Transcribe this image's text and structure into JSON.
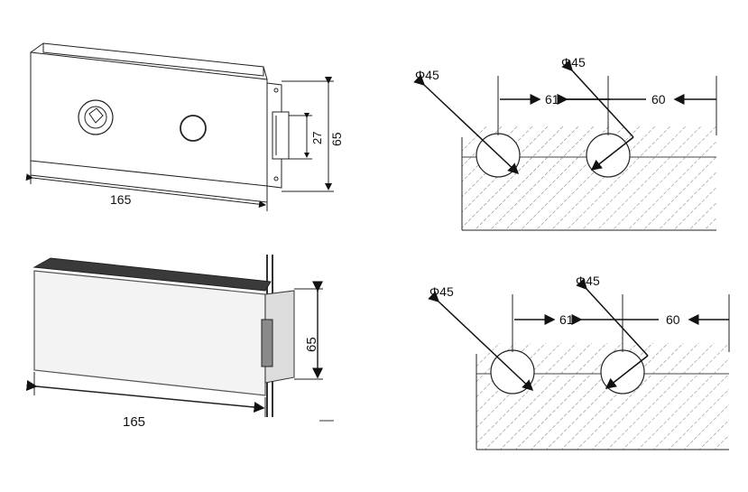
{
  "top_lock": {
    "width_label": "165",
    "height_label": "65",
    "strike_label": "27"
  },
  "bottom_lock": {
    "width_label": "165",
    "height_label": "65"
  },
  "top_hole_diagram": {
    "left_diameter": "Φ45",
    "right_diameter": "Φ45",
    "spacing_left": "61",
    "spacing_right": "60"
  },
  "bottom_hole_diagram": {
    "left_diameter": "Φ45",
    "right_diameter": "Φ45",
    "spacing_left": "61",
    "spacing_right": "60"
  }
}
